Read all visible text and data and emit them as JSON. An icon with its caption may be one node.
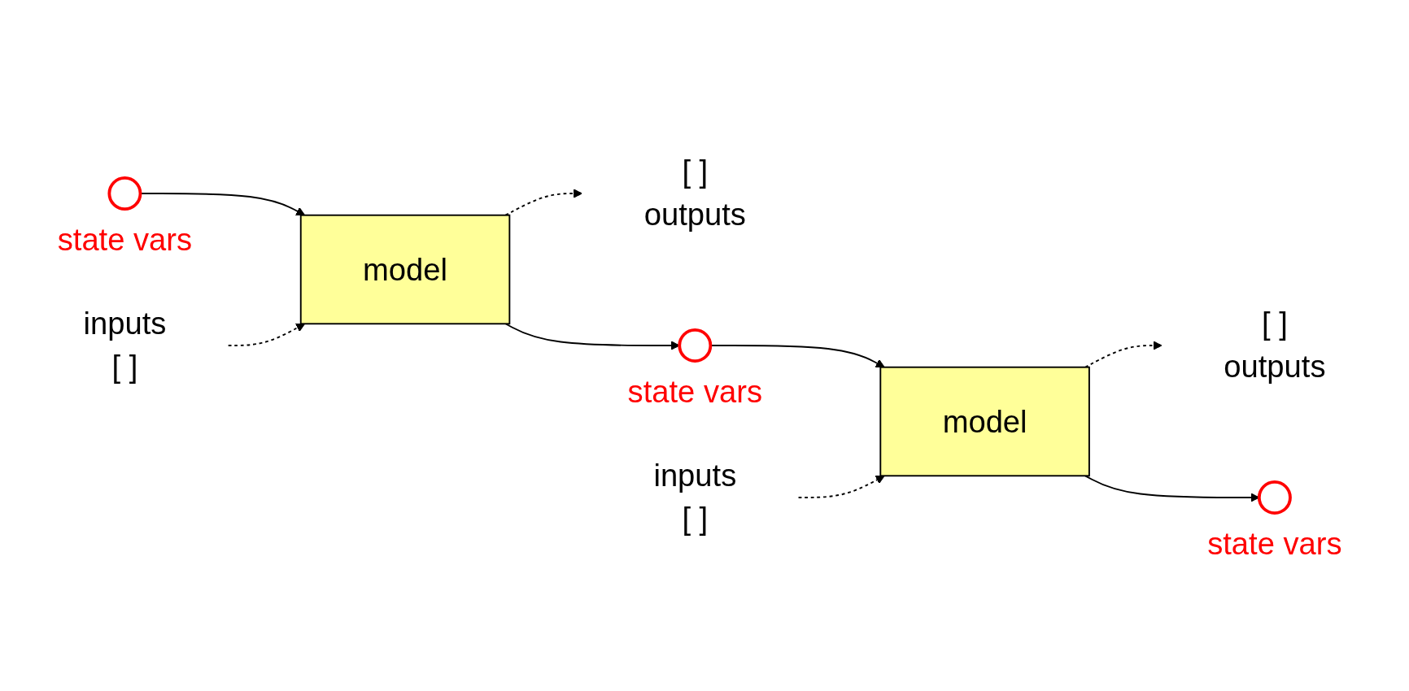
{
  "diagram": {
    "nodes": [
      {
        "text": [],
        "shape": "circle",
        "beside": [
          "state vars"
        ]
      },
      {
        "text": [
          "inputs",
          "[ ]"
        ]
      },
      {
        "text": [
          "model"
        ]
      },
      {
        "text": [
          "[ ]",
          "outputs"
        ]
      },
      {
        "text": [],
        "shape": "circle",
        "beside": [
          "state vars"
        ]
      },
      {
        "text": [
          "inputs",
          "[ ]"
        ]
      },
      {
        "text": [
          "model"
        ]
      },
      {
        "text": [
          "[ ]",
          "outputs"
        ]
      },
      {
        "text": [],
        "shape": "circle",
        "beside": [
          "state vars"
        ]
      }
    ],
    "edges": [
      {
        "from": 0,
        "to": 2,
        "arrow": "to"
      },
      {
        "from": 1,
        "to": 2,
        "arrow": "to",
        "style": "dashed"
      },
      {
        "from": 2,
        "to": 3,
        "arrow": "to",
        "style": "dashed"
      },
      {
        "from": 2,
        "to": 4,
        "arrow": "to"
      },
      {
        "from": 4,
        "to": 6,
        "arrow": "to"
      },
      {
        "from": 5,
        "to": 6,
        "arrow": "to",
        "style": "dashed"
      },
      {
        "from": 6,
        "to": 7,
        "arrow": "to",
        "style": "dashed"
      },
      {
        "from": 6,
        "to": 8,
        "arrow": "to"
      }
    ]
  }
}
